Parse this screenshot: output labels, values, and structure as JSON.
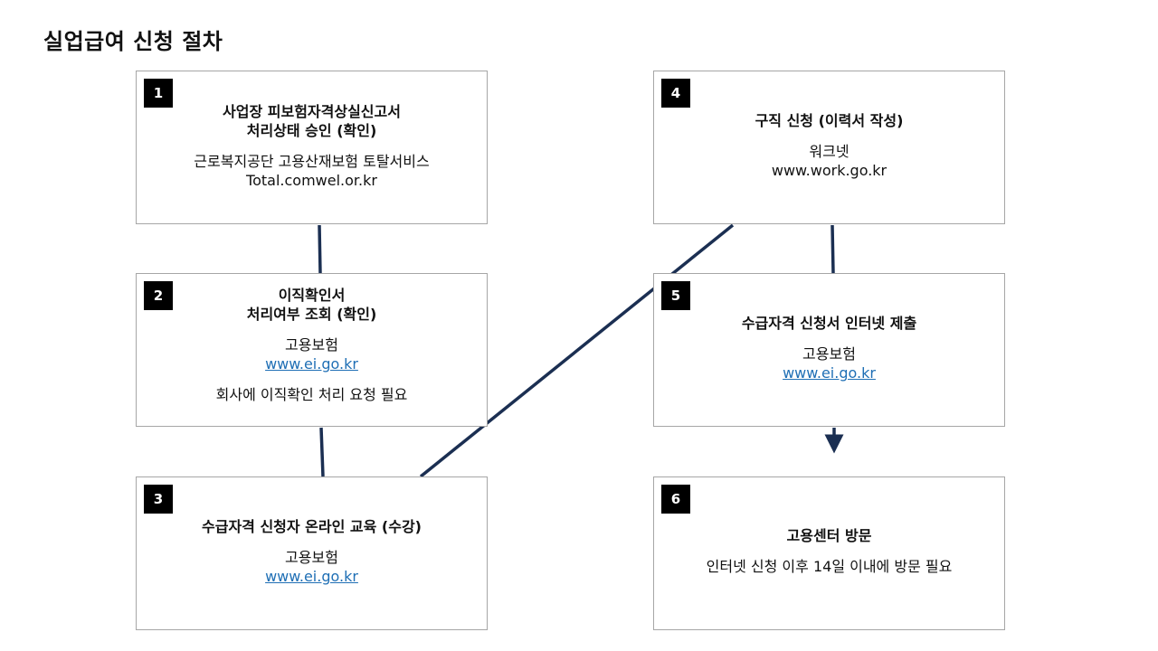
{
  "title": "실업급여 신청 절차",
  "steps": [
    {
      "number": "1",
      "heading_lines": [
        "사업장 피보험자격상실신고서",
        "처리상태 승인 (확인)"
      ],
      "service": "근로복지공단 고용산재보험 토탈서비스",
      "url": "Total.comwel.or.kr",
      "note": ""
    },
    {
      "number": "2",
      "heading_lines": [
        "이직확인서",
        "처리여부 조회 (확인)"
      ],
      "service": "고용보험",
      "url": "www.ei.go.kr",
      "note": "회사에 이직확인 처리 요청 필요"
    },
    {
      "number": "3",
      "heading_lines": [
        "수급자격 신청자 온라인 교육 (수강)"
      ],
      "service": "고용보험",
      "url": "www.ei.go.kr",
      "note": ""
    },
    {
      "number": "4",
      "heading_lines": [
        "구직 신청 (이력서 작성)"
      ],
      "service": "워크넷",
      "url": "www.work.go.kr",
      "note": ""
    },
    {
      "number": "5",
      "heading_lines": [
        "수급자격 신청서 인터넷 제출"
      ],
      "service": "고용보험",
      "url": "www.ei.go.kr",
      "note": ""
    },
    {
      "number": "6",
      "heading_lines": [
        "고용센터 방문"
      ],
      "service": "",
      "url": "",
      "note": "인터넷 신청 이후 14일 이내에 방문 필요"
    }
  ],
  "colors": {
    "connector": "#1b2f52",
    "link": "#1f6fb5",
    "badge": "#000000",
    "border": "#a6a6a6"
  }
}
